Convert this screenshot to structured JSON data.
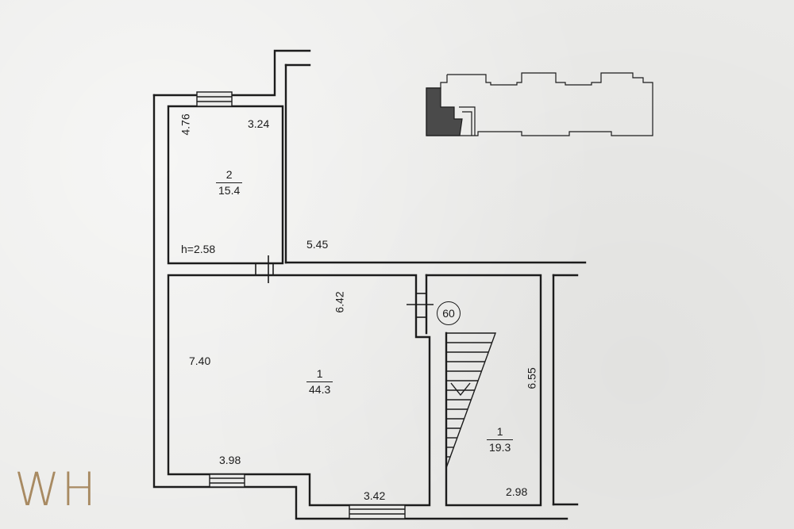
{
  "logo_text": "WH",
  "colors": {
    "ink": "#1c1c1c",
    "paper": "#ebebe9",
    "logo": "#a88a62",
    "location_fill": "#4a4a4a"
  },
  "rooms": {
    "room2": {
      "number": "2",
      "area": "15.4",
      "height": "h=2.58",
      "width_dim": "3.24",
      "depth_dim": "4.76"
    },
    "room1_main": {
      "number": "1",
      "area": "44.3",
      "depth_dim": "6.42",
      "left_dim": "7.40",
      "bottom_dim": "3.98",
      "bottom_dim2": "3.42"
    },
    "room1_stair": {
      "number": "1",
      "area": "19.3",
      "depth_dim": "6.55",
      "width_dim": "2.98"
    }
  },
  "corridor_dim": "5.45",
  "stair_badge": "60"
}
